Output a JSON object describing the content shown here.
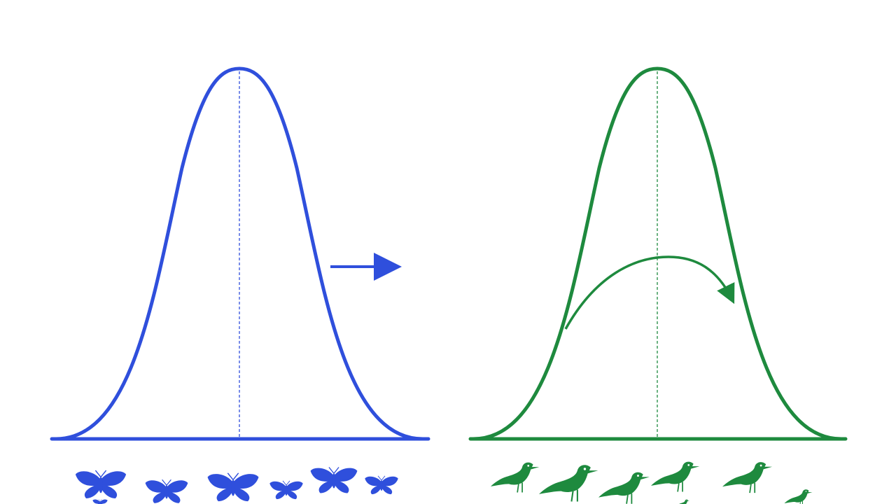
{
  "colors": {
    "directional": "#2f4fdc",
    "stabilizing": "#1e8a3e",
    "background": "#ffffff"
  },
  "panels": [
    {
      "title": "",
      "curve_color": "#2f4fdc",
      "selection_arrow": "straight-right-arrow",
      "organism_icon": "moth-icon",
      "organism_count": 7
    },
    {
      "title": "",
      "curve_color": "#1e8a3e",
      "selection_arrow": "curved-arrow",
      "organism_icon": "bird-icon",
      "organism_count": 7
    }
  ]
}
